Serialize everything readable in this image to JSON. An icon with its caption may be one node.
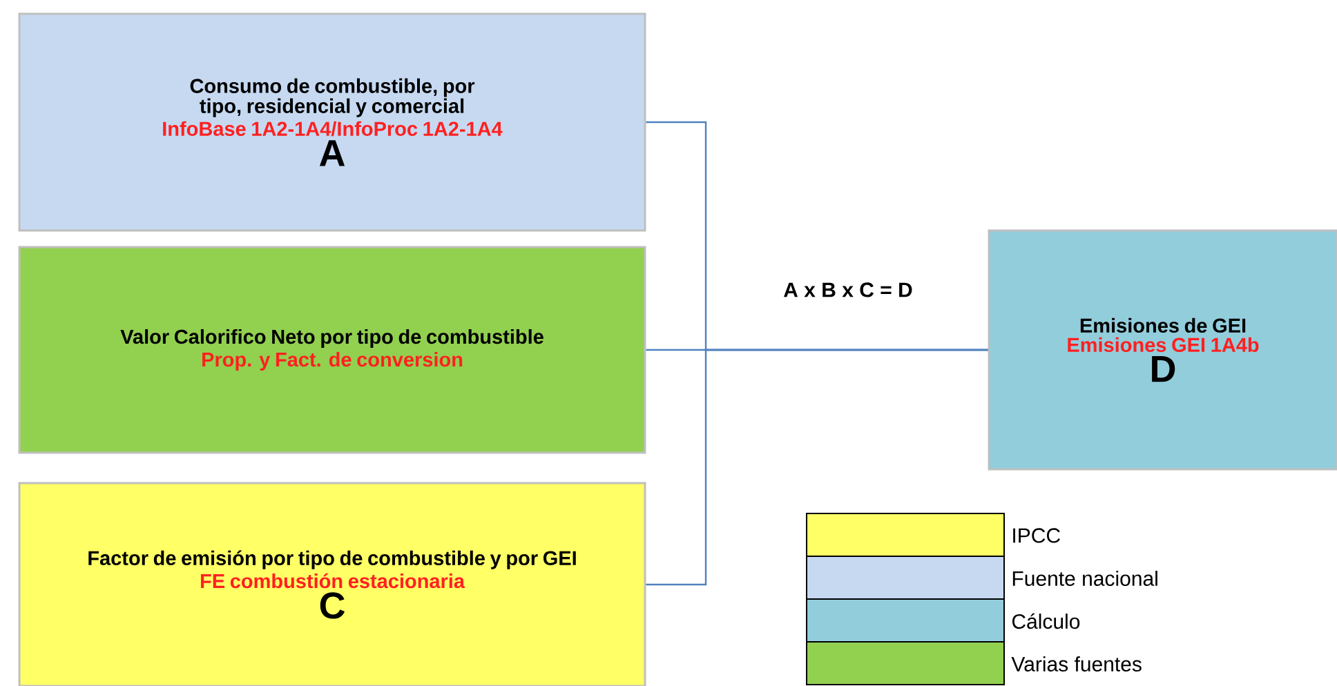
{
  "diagram": {
    "nodes": [
      {
        "text": [
          "Consumo de combustible, por tipo, residencial y comercial",
          "InfoBase 1A2-1A4/InfoProc 1A2-1A4",
          "A"
        ]
      },
      {
        "text": [
          "Valor Calorifico Neto por tipo de combustible",
          "Prop. y Fact. de conversion"
        ]
      },
      {
        "text": [
          "Factor de emisión por tipo de combustible y por GEI",
          "FE combustión estacionaria",
          "C"
        ]
      },
      {
        "text": [
          "Emisiones de GEI",
          "Emisiones GEI 1A4b",
          "D"
        ]
      }
    ],
    "edges": [
      {
        "from": 0,
        "to": 3,
        "arrow": "none"
      },
      {
        "from": 1,
        "to": 3,
        "arrow": "none"
      },
      {
        "from": 2,
        "to": 3,
        "arrow": "none"
      }
    ],
    "labels": [
      "A x B x C =  D"
    ],
    "legend": [
      {
        "text": "IPCC",
        "color": "#ffff66"
      },
      {
        "text": "Fuente nacional",
        "color": "#c6d9f1"
      },
      {
        "text": "Cálculo",
        "color": "#92cddc"
      },
      {
        "text": "Varias fuentes",
        "color": "#92d050"
      }
    ]
  }
}
